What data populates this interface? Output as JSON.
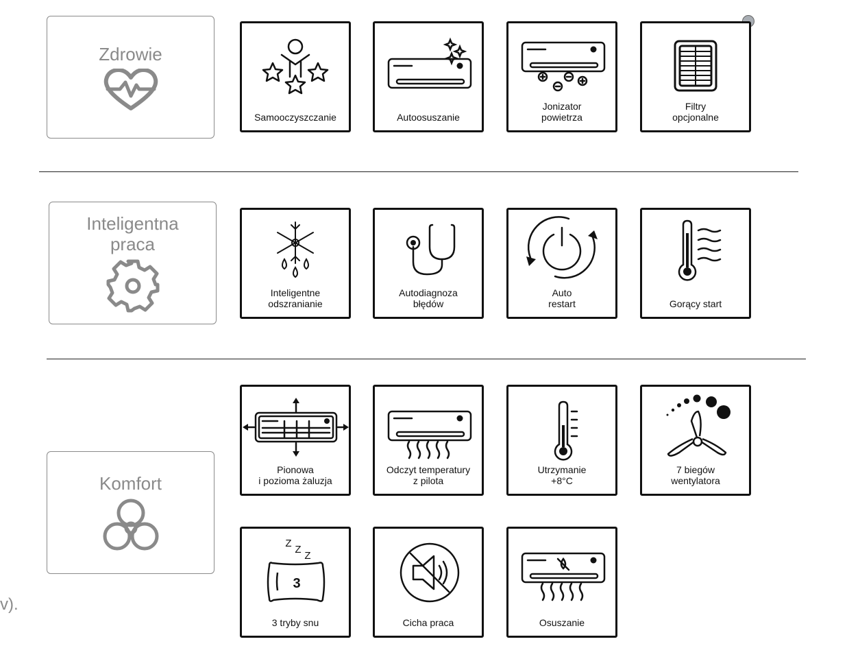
{
  "categories": [
    {
      "label": "Zdrowie",
      "icon": "heart-pulse-icon"
    },
    {
      "label": "Inteligentna\npraca",
      "icon": "gear-icon"
    },
    {
      "label": "Komfort",
      "icon": "fan-icon"
    }
  ],
  "features": [
    {
      "label": "Samooczyszczanie",
      "icon": "self-cleaning-icon"
    },
    {
      "label": "Autoosuszanie",
      "icon": "auto-drying-icon"
    },
    {
      "label": "Jonizator\npowietrza",
      "icon": "ionizer-icon"
    },
    {
      "label": "Filtry\nopcjonalne",
      "icon": "filter-icon"
    },
    {
      "label": "Inteligentne\nodszranianie",
      "icon": "defrost-icon"
    },
    {
      "label": "Autodiagnoza\nbłędów",
      "icon": "stethoscope-icon"
    },
    {
      "label": "Auto\nrestart",
      "icon": "power-restart-icon"
    },
    {
      "label": "Gorący start",
      "icon": "thermometer-heat-icon"
    },
    {
      "label": "Pionowa\ni pozioma żaluzja",
      "icon": "louver-icon"
    },
    {
      "label": "Odczyt temperatury\nz pilota",
      "icon": "ac-airflow-icon"
    },
    {
      "label": "Utrzymanie\n+8°C",
      "icon": "thermometer-icon"
    },
    {
      "label": "7 biegów\nwentylatora",
      "icon": "fan-speed-icon"
    },
    {
      "label": "3 tryby snu",
      "icon": "pillow-sleep-icon",
      "pillow_number": "3",
      "sleep_text": "Z"
    },
    {
      "label": "Cicha praca",
      "icon": "mute-icon"
    },
    {
      "label": "Osuszanie",
      "icon": "dehumidify-icon"
    }
  ],
  "page_fragment": "v)."
}
